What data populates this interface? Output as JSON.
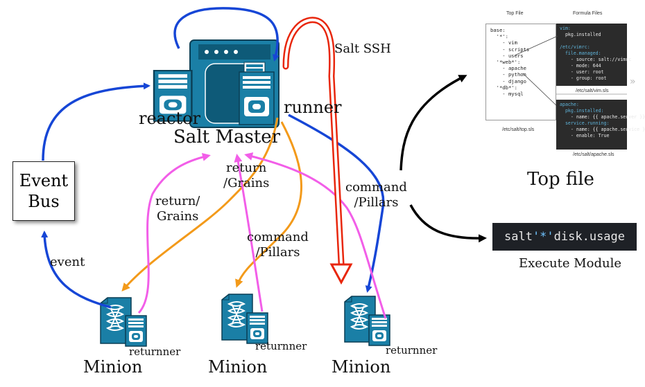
{
  "labels": {
    "salt_master": "Salt Master",
    "reactor": "reactor",
    "runner": "runner",
    "salt_ssh": "Salt SSH",
    "event_bus_line1": "Event",
    "event_bus_line2": "Bus",
    "event": "event",
    "return_grains_left_1": "return/",
    "return_grains_left_2": "Grains",
    "return_grains_mid_1": "return",
    "return_grains_mid_2": "/Grains",
    "command_pillars_mid_1": "command",
    "command_pillars_mid_2": "/Pillars",
    "command_pillars_right_1": "command",
    "command_pillars_right_2": "/Pillars",
    "minion_1": "Minion",
    "minion_2": "Minion",
    "minion_3": "Minion",
    "returner_1": "returnner",
    "returner_2": "returnner",
    "returner_3": "returnner",
    "top_file": "Top file",
    "execute_module": "Execute Module"
  },
  "top_panel": {
    "col1_header": "Top File",
    "col2_header": "Formula Files",
    "top_sls_code": "base:\n  '*':\n    - vim\n    - scripts\n    - users\n  '*web*':\n    - apache\n    - python\n    - django\n  '*db*':\n    - mysql",
    "top_sls_caption": "/etc/salt/top.sls",
    "vim_caption": "/etc/salt/vim.sls",
    "apache_caption": "/etc/salt/apache.sls",
    "vim_lines": [
      "vim:",
      "  pkg.installed",
      "",
      "/etc/vimrc:",
      "  file.managed:",
      "    - source: salt://vimrc",
      "    - mode: 644",
      "    - user: root",
      "    - group: root"
    ],
    "apache_lines": [
      "apache:",
      "  pkg.installed:",
      "    - name: {{ apache.server }}",
      "  service.running:",
      "    - name: {{ apache.service }}",
      "    - enable: True"
    ]
  },
  "execute_command": {
    "prefix": "salt ",
    "target": "'*'",
    "suffix": " disk.usage"
  },
  "colors": {
    "blue_arrow": "#1646d6",
    "orange_arrow": "#f39a1a",
    "magenta_arrow": "#f25ee8",
    "red_arrow": "#e8260c",
    "server_teal": "#1a7fa6",
    "server_dark": "#0e5a78"
  }
}
